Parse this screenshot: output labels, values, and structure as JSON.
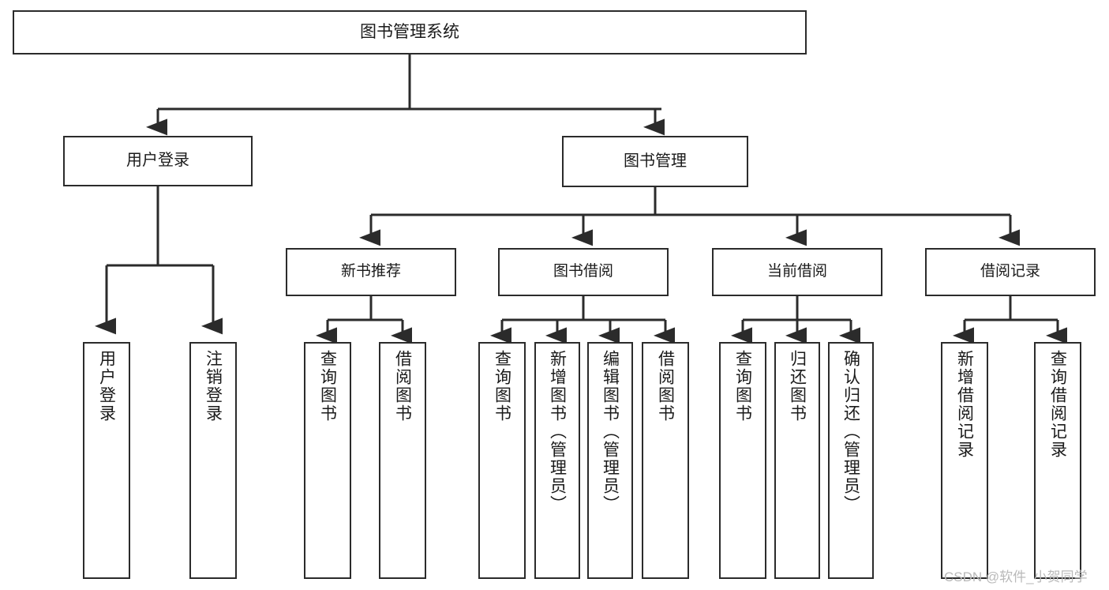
{
  "diagram": {
    "type": "tree",
    "title": "图书管理系统",
    "orientation": "top-down",
    "colors": {
      "box_border": "#2b2b2b",
      "box_fill": "#ffffff",
      "connector": "#2b2b2b",
      "text": "#1a1a1a",
      "watermark": "#b9b9b9",
      "background": "#ffffff"
    },
    "root": {
      "id": "root",
      "label": "图书管理系统"
    },
    "level2": [
      {
        "id": "user-login",
        "label": "用户登录"
      },
      {
        "id": "book-manage",
        "label": "图书管理"
      }
    ],
    "level3": [
      {
        "id": "new-book-recommend",
        "label": "新书推荐",
        "parent": "book-manage"
      },
      {
        "id": "book-borrow",
        "label": "图书借阅",
        "parent": "book-manage"
      },
      {
        "id": "current-borrow",
        "label": "当前借阅",
        "parent": "book-manage"
      },
      {
        "id": "borrow-record",
        "label": "借阅记录",
        "parent": "book-manage"
      }
    ],
    "leaves": [
      {
        "id": "leaf-user-login",
        "label": "用户登录",
        "parent": "user-login"
      },
      {
        "id": "leaf-logout",
        "label": "注销登录",
        "parent": "user-login"
      },
      {
        "id": "leaf-query-book-1",
        "label": "查询图书",
        "parent": "new-book-recommend"
      },
      {
        "id": "leaf-borrow-book-1",
        "label": "借阅图书",
        "parent": "new-book-recommend"
      },
      {
        "id": "leaf-query-book-2",
        "label": "查询图书",
        "parent": "book-borrow"
      },
      {
        "id": "leaf-add-book",
        "label": "新增图书（管理员）",
        "parent": "book-borrow"
      },
      {
        "id": "leaf-edit-book",
        "label": "编辑图书（管理员）",
        "parent": "book-borrow"
      },
      {
        "id": "leaf-borrow-book-2",
        "label": "借阅图书",
        "parent": "book-borrow"
      },
      {
        "id": "leaf-query-book-3",
        "label": "查询图书",
        "parent": "current-borrow"
      },
      {
        "id": "leaf-return-book",
        "label": "归还图书",
        "parent": "current-borrow"
      },
      {
        "id": "leaf-confirm-return",
        "label": "确认归还（管理员）",
        "parent": "current-borrow"
      },
      {
        "id": "leaf-add-record",
        "label": "新增借阅记录",
        "parent": "borrow-record"
      },
      {
        "id": "leaf-query-record",
        "label": "查询借阅记录",
        "parent": "borrow-record"
      }
    ],
    "watermark": "CSDN @软件_小贺同学"
  }
}
